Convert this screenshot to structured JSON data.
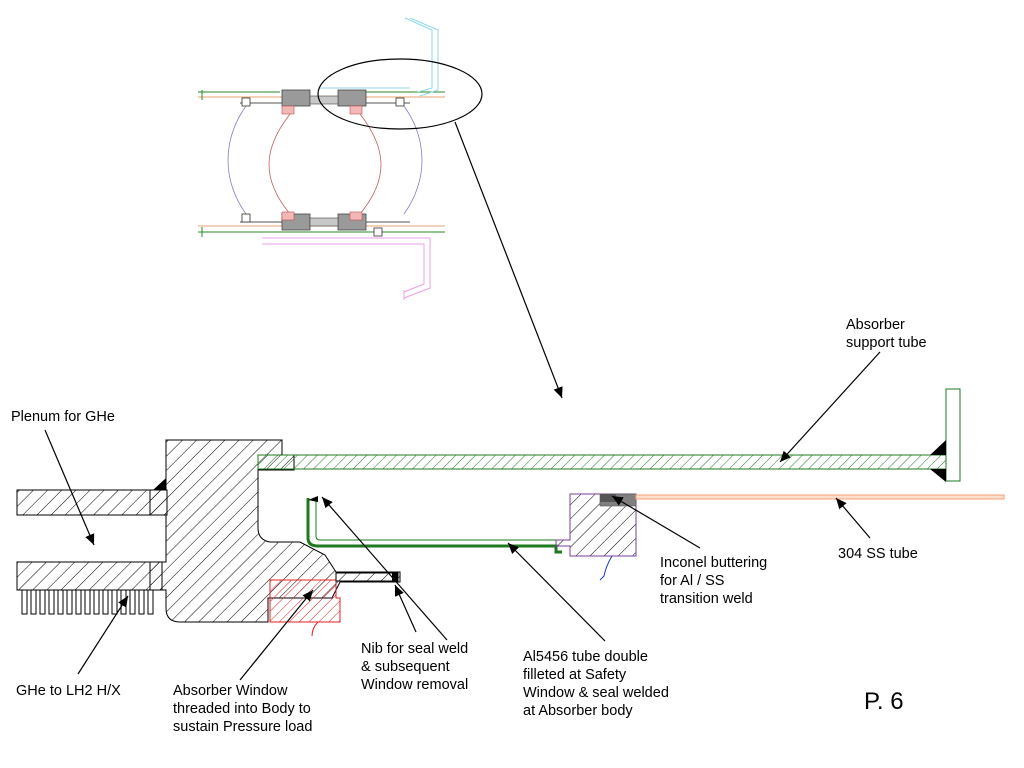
{
  "labels": {
    "plenum": "Plenum for GHe",
    "ghe_to_lh2": "GHe to LH2 H/X",
    "absorber_window": [
      "Absorber Window",
      "threaded into Body to",
      "sustain Pressure load"
    ],
    "nib": [
      "Nib for seal weld",
      "& subsequent",
      "Window removal"
    ],
    "al5456": [
      "Al5456 tube double",
      "filleted at Safety",
      "Window & seal welded",
      "at Absorber body"
    ],
    "inconel": [
      "Inconel buttering",
      "for Al / SS",
      "transition weld"
    ],
    "ss_tube": "304 SS tube",
    "support_tube": [
      "Absorber",
      "support tube"
    ]
  },
  "page_number": "P. 6",
  "colors": {
    "hatch": "#000000",
    "support_tube_hatch": "#1f7a1f",
    "window_hatch": "#e02020",
    "ss_tube": "#f4a070",
    "inconel": "#808080",
    "nib_outline": "#7a3f9a",
    "blue_line": "#1a3ccc"
  }
}
